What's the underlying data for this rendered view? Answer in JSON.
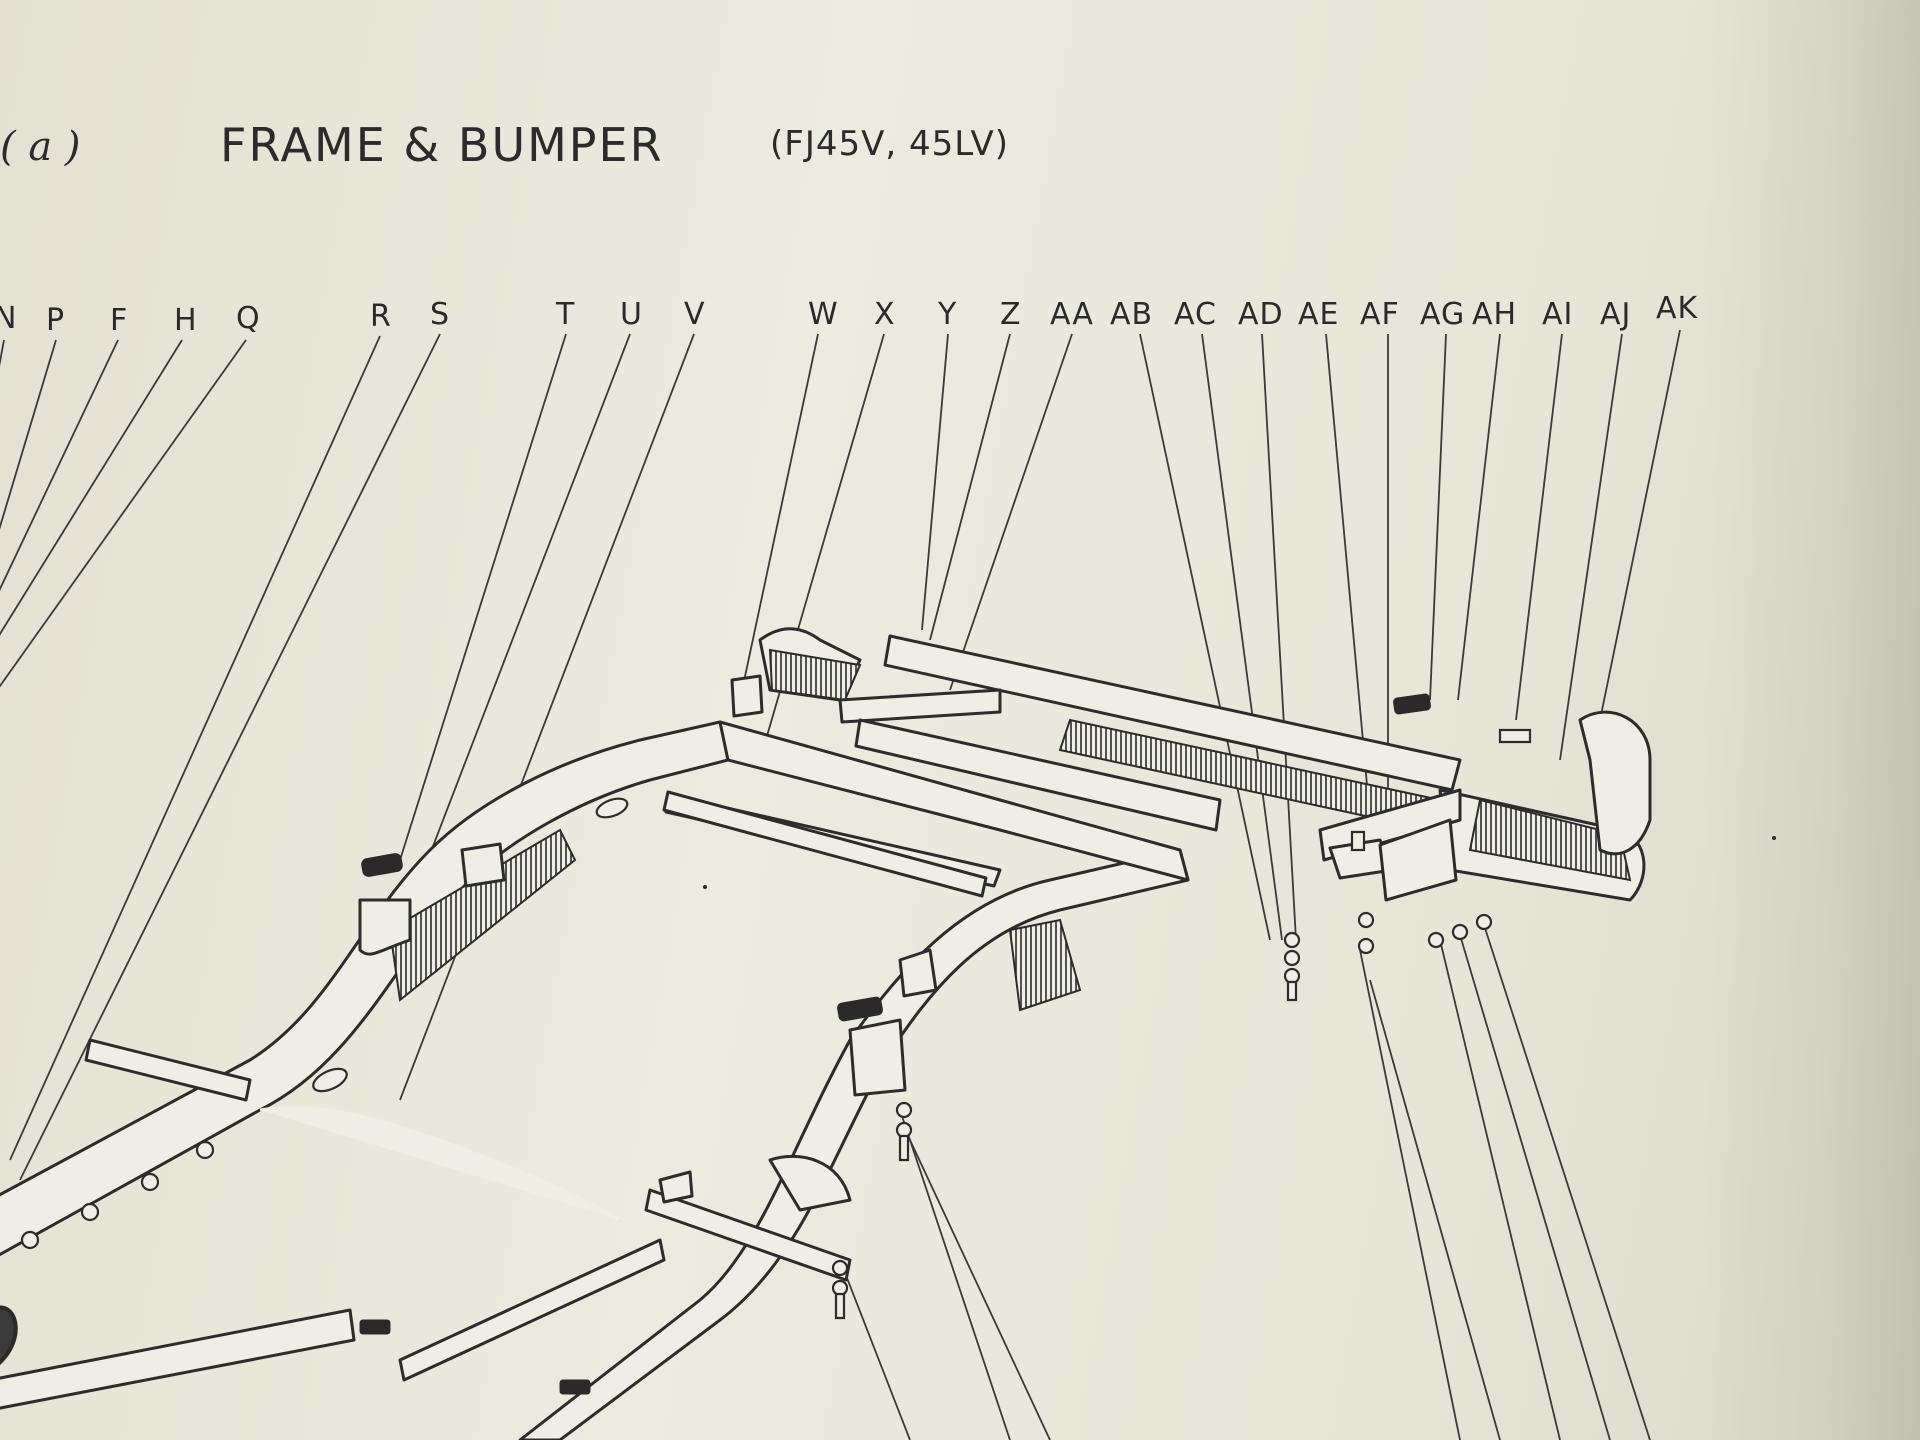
{
  "header": {
    "section": "( a )",
    "title": "FRAME & BUMPER",
    "models": "(FJ45V, 45LV)"
  },
  "callouts": [
    "N",
    "P",
    "F",
    "H",
    "Q",
    "R",
    "S",
    "T",
    "U",
    "V",
    "W",
    "X",
    "Y",
    "Z",
    "AA",
    "AB",
    "AC",
    "AD",
    "AE",
    "AF",
    "AG",
    "AH",
    "AI",
    "AJ",
    "AK"
  ]
}
